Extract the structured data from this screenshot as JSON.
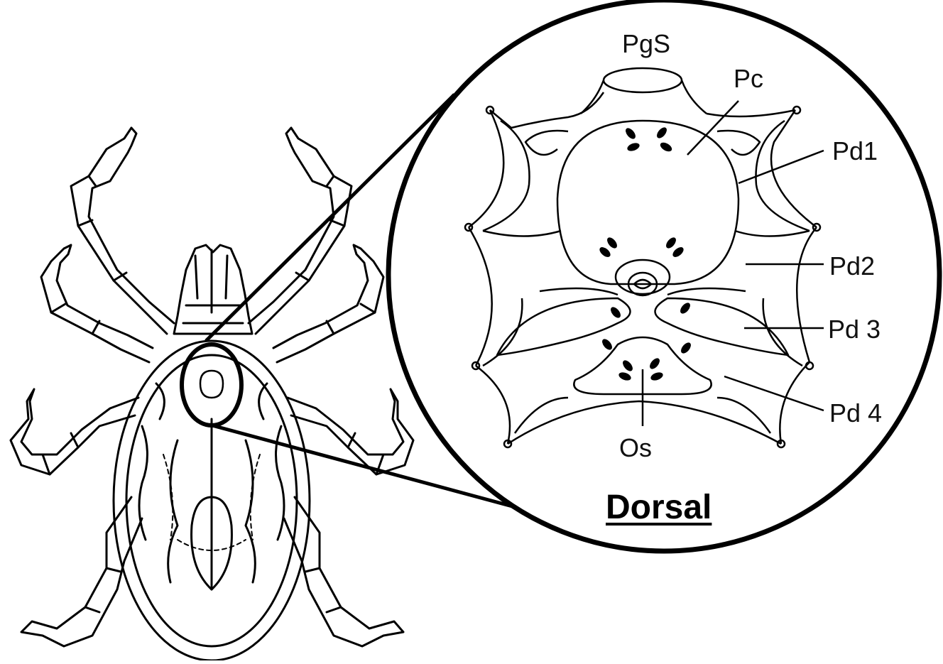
{
  "figure": {
    "colors": {
      "line": "#000000",
      "background": "#ffffff"
    },
    "zoom_view_title": "Dorsal",
    "labels": {
      "pgs": "PgS",
      "pc": "Pc",
      "pd1": "Pd1",
      "pd2": "Pd2",
      "pd3": "Pd 3",
      "pd4": "Pd 4",
      "os": "Os"
    }
  }
}
